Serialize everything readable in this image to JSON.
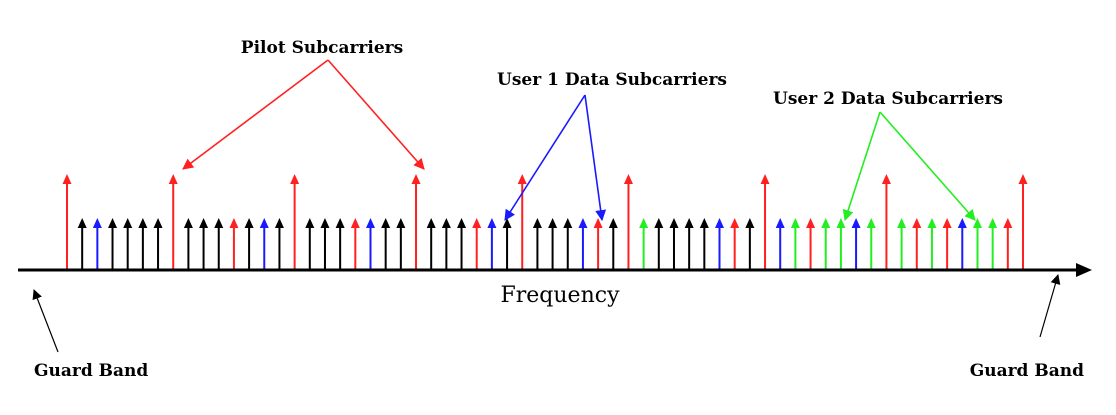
{
  "labels": {
    "pilot": "Pilot Subcarriers",
    "user1": "User 1 Data Subcarriers",
    "user2": "User 2 Data Subcarriers",
    "axis": "Frequency",
    "guard_left": "Guard Band",
    "guard_right": "Guard Band"
  },
  "colors": {
    "pilot": "#ff2020",
    "data": "#000000",
    "user1": "#1a1aff",
    "user2": "#22ee22",
    "axis": "#000000"
  },
  "subcarriers": [
    {
      "type": "pilot",
      "height": "tall"
    },
    {
      "type": "data",
      "height": "short"
    },
    {
      "type": "user1",
      "height": "short"
    },
    {
      "type": "data",
      "height": "short"
    },
    {
      "type": "data",
      "height": "short"
    },
    {
      "type": "data",
      "height": "short"
    },
    {
      "type": "data",
      "height": "short"
    },
    {
      "type": "pilot",
      "height": "tall"
    },
    {
      "type": "data",
      "height": "short"
    },
    {
      "type": "data",
      "height": "short"
    },
    {
      "type": "data",
      "height": "short"
    },
    {
      "type": "pilot",
      "height": "short"
    },
    {
      "type": "data",
      "height": "short"
    },
    {
      "type": "user1",
      "height": "short"
    },
    {
      "type": "data",
      "height": "short"
    },
    {
      "type": "pilot",
      "height": "tall"
    },
    {
      "type": "data",
      "height": "short"
    },
    {
      "type": "data",
      "height": "short"
    },
    {
      "type": "data",
      "height": "short"
    },
    {
      "type": "pilot",
      "height": "short"
    },
    {
      "type": "user1",
      "height": "short"
    },
    {
      "type": "data",
      "height": "short"
    },
    {
      "type": "data",
      "height": "short"
    },
    {
      "type": "pilot",
      "height": "tall"
    },
    {
      "type": "data",
      "height": "short"
    },
    {
      "type": "data",
      "height": "short"
    },
    {
      "type": "data",
      "height": "short"
    },
    {
      "type": "pilot",
      "height": "short"
    },
    {
      "type": "user1",
      "height": "short"
    },
    {
      "type": "data",
      "height": "short"
    },
    {
      "type": "pilot",
      "height": "tall"
    },
    {
      "type": "data",
      "height": "short"
    },
    {
      "type": "data",
      "height": "short"
    },
    {
      "type": "data",
      "height": "short"
    },
    {
      "type": "user1",
      "height": "short"
    },
    {
      "type": "pilot",
      "height": "short"
    },
    {
      "type": "data",
      "height": "short"
    },
    {
      "type": "pilot",
      "height": "tall"
    },
    {
      "type": "user2",
      "height": "short"
    },
    {
      "type": "data",
      "height": "short"
    },
    {
      "type": "data",
      "height": "short"
    },
    {
      "type": "data",
      "height": "short"
    },
    {
      "type": "data",
      "height": "short"
    },
    {
      "type": "user1",
      "height": "short"
    },
    {
      "type": "pilot",
      "height": "short"
    },
    {
      "type": "data",
      "height": "short"
    },
    {
      "type": "pilot",
      "height": "tall"
    },
    {
      "type": "user1",
      "height": "short"
    },
    {
      "type": "user2",
      "height": "short"
    },
    {
      "type": "pilot",
      "height": "short"
    },
    {
      "type": "user2",
      "height": "short"
    },
    {
      "type": "user2",
      "height": "short"
    },
    {
      "type": "user1",
      "height": "short"
    },
    {
      "type": "user2",
      "height": "short"
    },
    {
      "type": "pilot",
      "height": "tall"
    },
    {
      "type": "user2",
      "height": "short"
    },
    {
      "type": "pilot",
      "height": "short"
    },
    {
      "type": "user2",
      "height": "short"
    },
    {
      "type": "pilot",
      "height": "short"
    },
    {
      "type": "user1",
      "height": "short"
    },
    {
      "type": "user2",
      "height": "short"
    },
    {
      "type": "user2",
      "height": "short"
    },
    {
      "type": "pilot",
      "height": "short"
    },
    {
      "type": "pilot",
      "height": "tall"
    }
  ]
}
